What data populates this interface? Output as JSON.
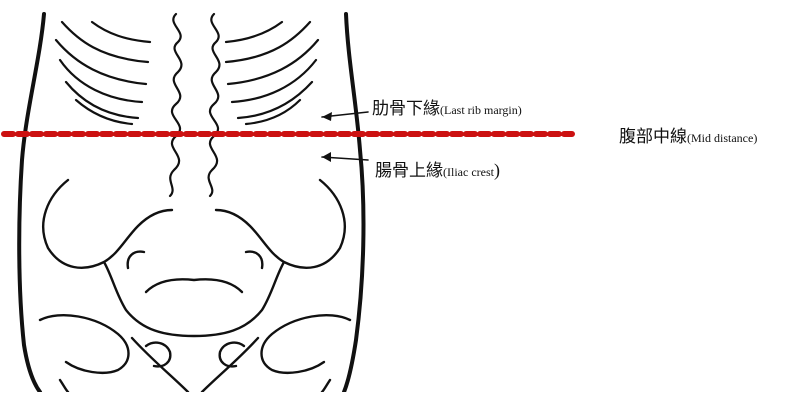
{
  "labels": {
    "last_rib": {
      "cjk": "肋骨下緣",
      "en": "(Last rib margin)"
    },
    "iliac": {
      "cjk": "腸骨上緣",
      "en": "(Iliac crest",
      "close": ")"
    },
    "mid": {
      "cjk": "腹部中線",
      "en": "(Mid distance)"
    }
  },
  "colors": {
    "outline": "#111111",
    "midline": "#cc1111",
    "background": "#ffffff"
  },
  "icons": [
    "torso-outline-icon",
    "spine-icon",
    "ribcage-icon",
    "pelvis-icon",
    "arrow-icon"
  ]
}
